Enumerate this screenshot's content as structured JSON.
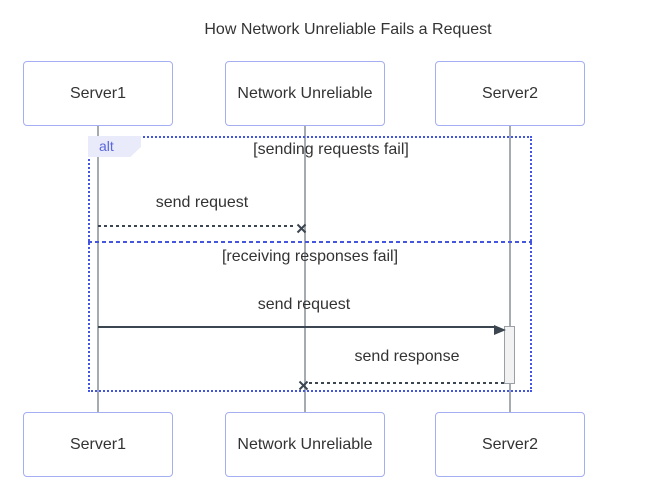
{
  "title": "How Network Unreliable Fails a Request",
  "actors": [
    {
      "label": "Server1"
    },
    {
      "label": "Network Unreliable"
    },
    {
      "label": "Server2"
    }
  ],
  "alt_block": {
    "operator": "alt",
    "sections": [
      {
        "condition": "[sending requests fail]"
      },
      {
        "condition": "[receiving responses fail]"
      }
    ]
  },
  "messages": [
    {
      "label": "send request",
      "from": "Server1",
      "to": "Network Unreliable",
      "line_style": "dashed",
      "terminator": "cross"
    },
    {
      "label": "send request",
      "from": "Server1",
      "to": "Server2",
      "line_style": "solid",
      "terminator": "arrowhead"
    },
    {
      "label": "send response",
      "from": "Server2",
      "to": "Network Unreliable",
      "line_style": "dashed",
      "terminator": "cross"
    }
  ],
  "colors": {
    "actor_border": "#a6aef2",
    "actor_fill": "#ffffff",
    "text": "#333333",
    "frame_border": "#4455e0",
    "alt_label_bg": "#e9ebfa",
    "alt_label_text": "#5a68dd",
    "lifeline": "#a6abb0",
    "message_line": "#3c4650",
    "activation_fill": "#f2f2f2",
    "activation_border": "#9aa0a6"
  }
}
